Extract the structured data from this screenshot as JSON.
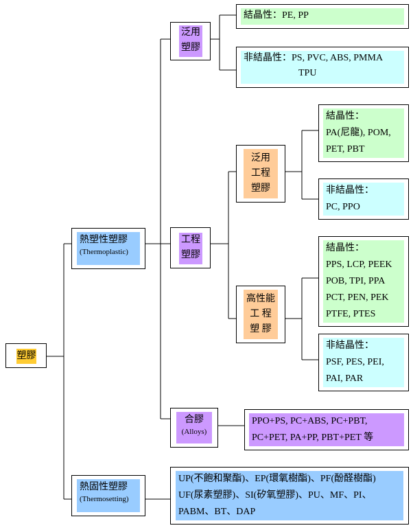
{
  "root": {
    "label": "塑膠"
  },
  "thermoplastic": {
    "label": "熱塑性塑膠",
    "sub": "(Thermoplastic)"
  },
  "thermosetting": {
    "label": "熱固性塑膠",
    "sub": "(Thermosetting)"
  },
  "general_plastic": {
    "label_1": "泛用",
    "label_2": "塑膠"
  },
  "engineering_plastic": {
    "label_1": "工程",
    "label_2": "塑膠"
  },
  "alloys": {
    "label": "合膠",
    "sub": "(Alloys)"
  },
  "general_engineering": {
    "label_1": "泛用",
    "label_2": "工程",
    "label_3": "塑膠"
  },
  "high_performance": {
    "label_1": "高性能",
    "label_2": "工 程",
    "label_3": "塑 膠"
  },
  "general_plastic_crystalline": {
    "label": "結晶性：PE, PP"
  },
  "general_plastic_amorphous": {
    "line_1": "非結晶性：PS, PVC, ABS, PMMA",
    "line_2": "TPU"
  },
  "general_eng_crystalline": {
    "line_1": "結晶性：",
    "line_2": "PA(尼龍), POM,",
    "line_3": "PET, PBT"
  },
  "general_eng_amorphous": {
    "line_1": "非結晶性：",
    "line_2": "PC, PPO"
  },
  "high_perf_crystalline": {
    "line_1": "結晶性：",
    "line_2": "PPS, LCP, PEEK",
    "line_3": "POB, TPI, PPA",
    "line_4": "PCT, PEN, PEK",
    "line_5": "PTFE, PTES"
  },
  "high_perf_amorphous": {
    "line_1": "非結晶性：",
    "line_2": "PSF, PES, PEI,",
    "line_3": "PAI, PAR"
  },
  "alloys_list": {
    "line_1": "PPO+PS, PC+ABS, PC+PBT,",
    "line_2": "PC+PET, PA+PP, PBT+PET 等"
  },
  "thermosetting_list": {
    "line_1": "UP(不飽和聚酯)、EP(環氧樹酯)、PF(酚醛樹酯)",
    "line_2": "UF(尿素塑膠)、SI(矽氧塑膠)、PU、MF、PI、",
    "line_3": "PABM、BT、DAP"
  },
  "colors": {
    "root": "#ffcc33",
    "level1": "#99ccff",
    "level2": "#cc99ff",
    "level3": "#ffcc99",
    "crystalline": "#ccffcc",
    "amorphous": "#ccffff"
  }
}
